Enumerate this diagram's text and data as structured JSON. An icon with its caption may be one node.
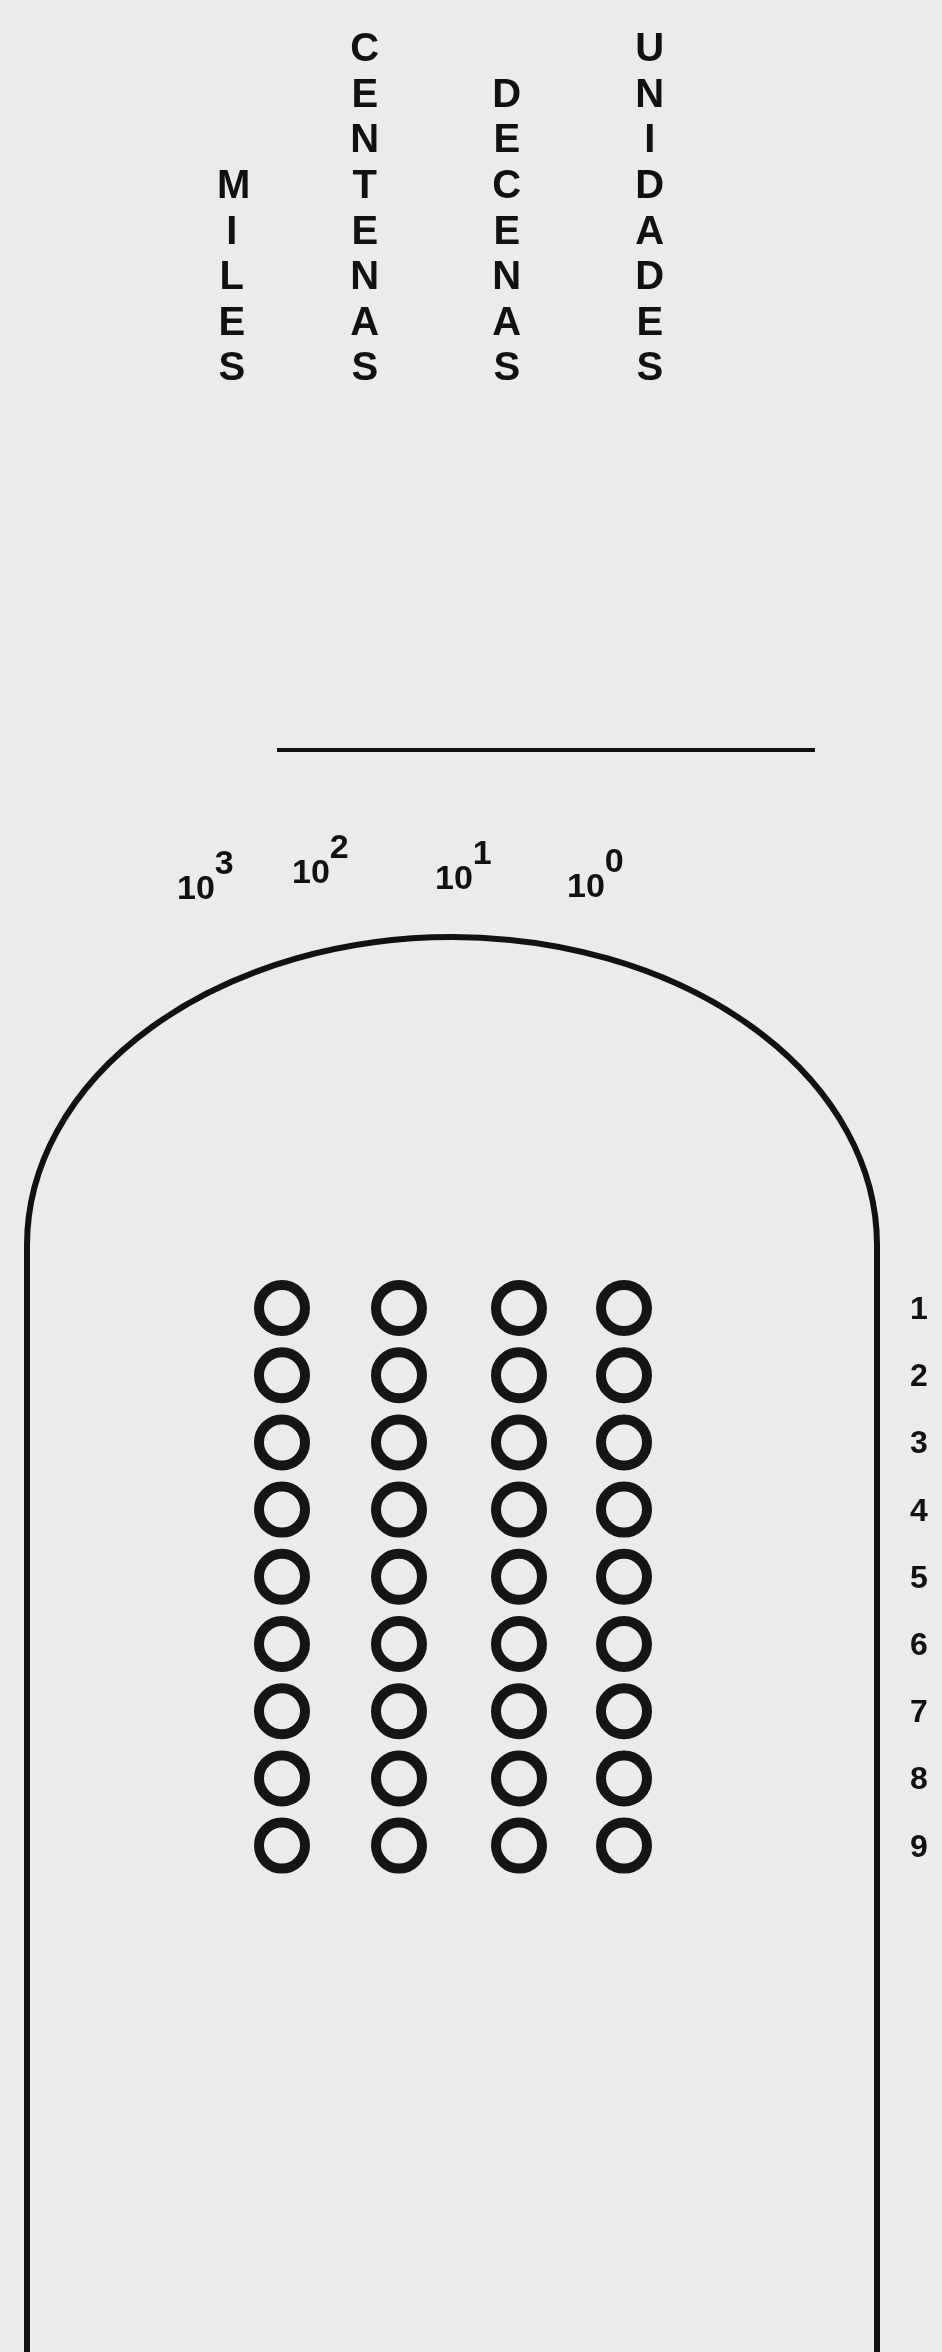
{
  "diagram": {
    "labels": [
      "MILES",
      "CENTENAS",
      "DECENAS",
      "UNIDADES",
      "10$^{3}$",
      "10$^{2}$",
      "10$^{1}$",
      "10$^{0}$",
      "1",
      "2",
      "3",
      "4",
      "5",
      "6",
      "7",
      "8",
      "9"
    ]
  }
}
